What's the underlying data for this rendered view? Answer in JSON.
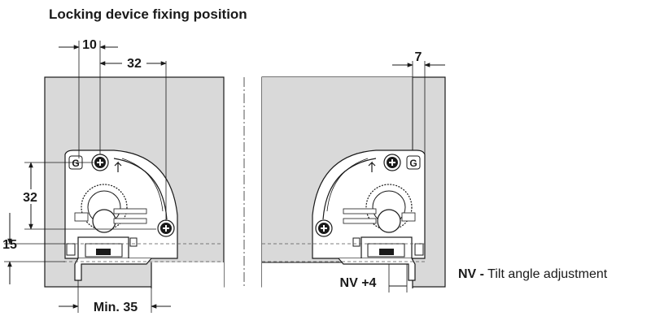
{
  "title": "Locking device fixing position",
  "dimensions": {
    "top_left_10": "10",
    "top_left_32": "32",
    "top_right_7": "7",
    "left_vertical_32": "32",
    "left_vertical_15": "15",
    "bottom_min_35": "Min. 35",
    "bottom_nv4": "NV +4"
  },
  "legend": {
    "code": "NV -",
    "text": "Tilt angle adjustment"
  },
  "colors": {
    "panel": "#d9d9d9",
    "mechanism": "#ffffff",
    "line": "#1a1a1a",
    "guide": "#555555"
  }
}
